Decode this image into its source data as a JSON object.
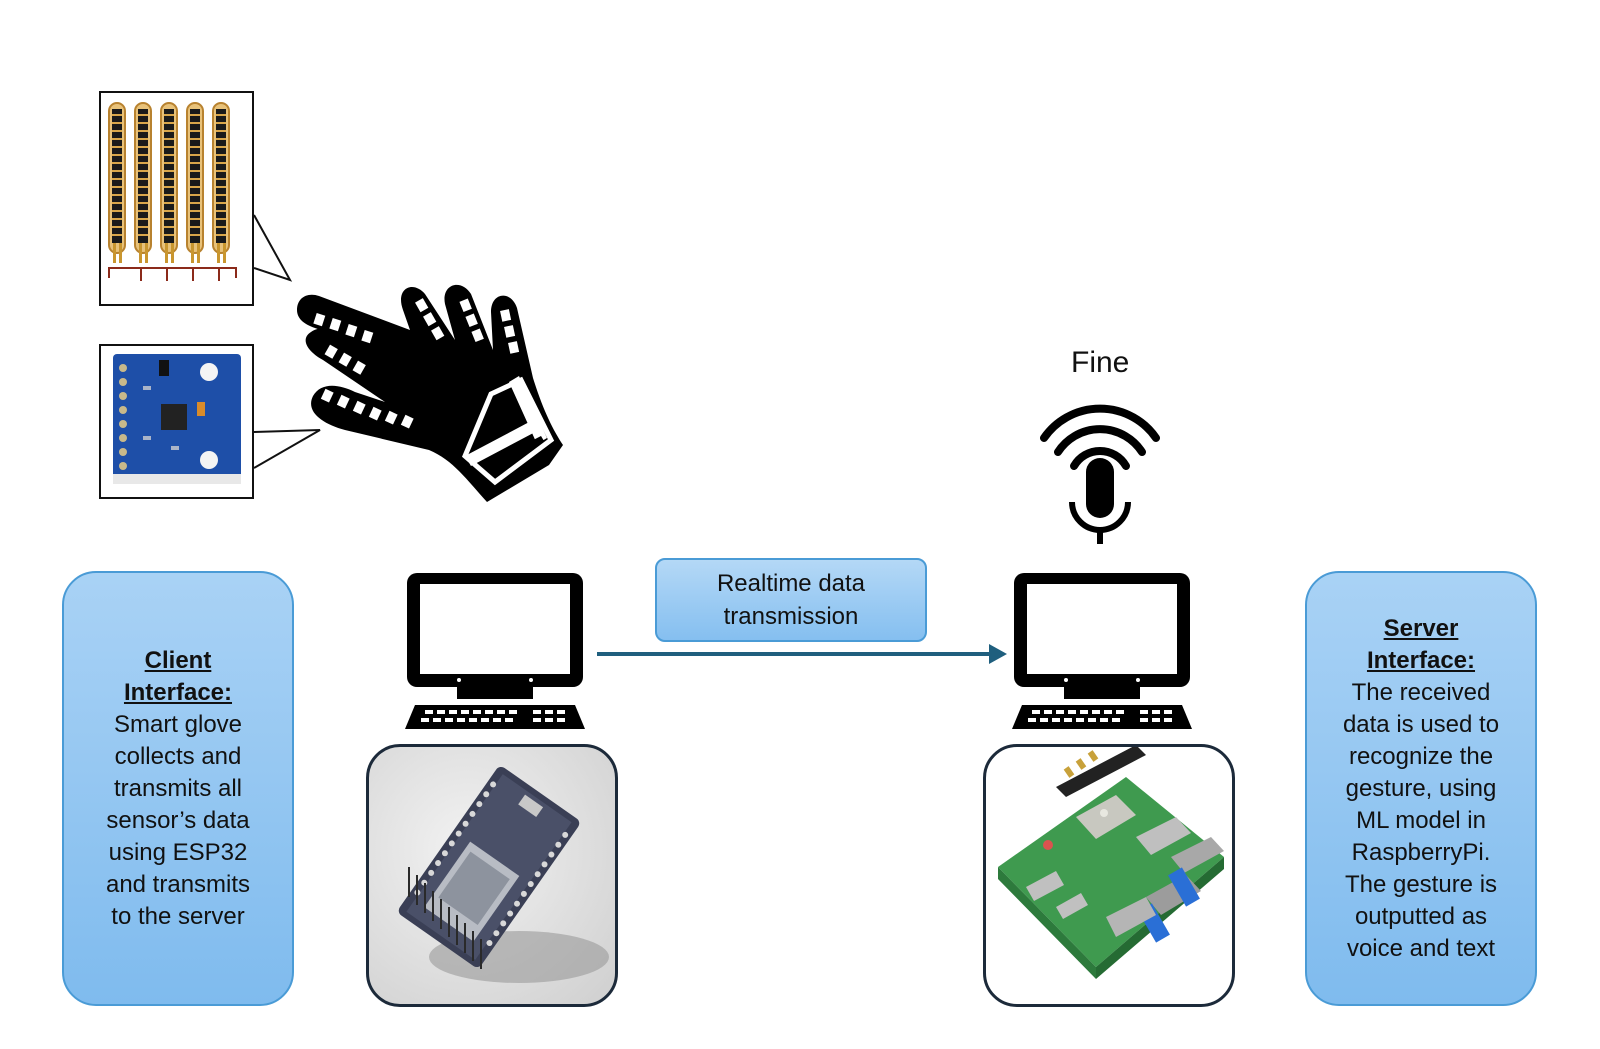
{
  "client_box": {
    "title_line1": "Client",
    "title_line2": "Interface:",
    "lines": [
      "Smart glove",
      "collects and",
      "transmits all",
      "sensor’s data",
      "using ESP32",
      "and transmits",
      "to the server"
    ]
  },
  "server_box": {
    "title_line1": "Server",
    "title_line2": "Interface:",
    "lines": [
      "The received",
      "data is used to",
      "recognize the",
      "gesture, using",
      "ML model in",
      "RaspberryPi.",
      "The gesture is",
      "outputted as",
      "voice and text"
    ]
  },
  "transmission_label": {
    "line1": "Realtime data",
    "line2": "transmission"
  },
  "output_word": "Fine",
  "colors": {
    "box_fill": "#8cc4f0",
    "box_border": "#4a9bd6",
    "arrow": "#1f5f7e",
    "glove": "#000000",
    "pcb_blue": "#1e4fa8",
    "flex_gold": "#d9a64a"
  },
  "icons": [
    "glove-icon",
    "computer-icon",
    "microphone-signal-icon",
    "flex-sensor-image",
    "imu-module-image",
    "esp32-board-image",
    "raspberry-pi-image"
  ]
}
